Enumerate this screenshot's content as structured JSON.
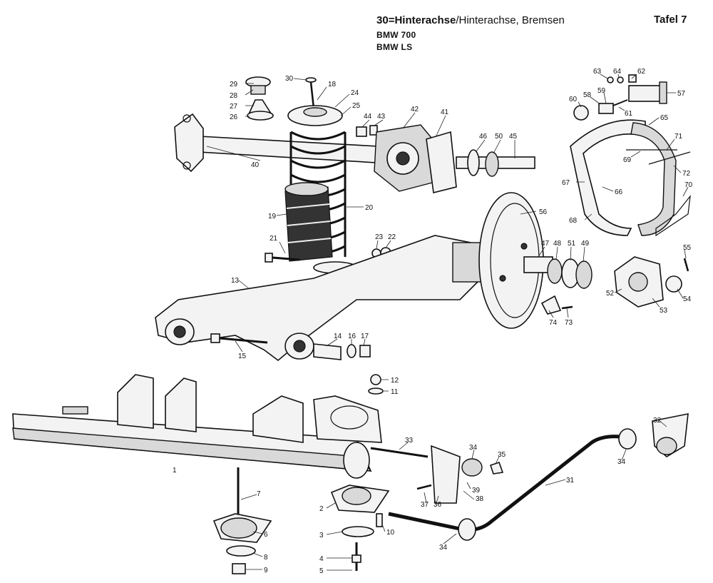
{
  "header": {
    "plate_no": "30",
    "title_sep": "=",
    "title_a": "Hinterachse",
    "title_b": "/Hinterachse, Bremsen",
    "model_1": "BMW 700",
    "model_2": "BMW LS",
    "plate": "Tafel 7"
  },
  "callouts": [
    {
      "id": "29",
      "text": "29"
    },
    {
      "id": "28",
      "text": "28"
    },
    {
      "id": "27",
      "text": "27"
    },
    {
      "id": "26",
      "text": "26"
    },
    {
      "id": "30",
      "text": "30"
    },
    {
      "id": "18",
      "text": "18"
    },
    {
      "id": "24",
      "text": "24"
    },
    {
      "id": "25",
      "text": "25"
    },
    {
      "id": "44",
      "text": "44"
    },
    {
      "id": "43",
      "text": "43"
    },
    {
      "id": "42",
      "text": "42"
    },
    {
      "id": "41",
      "text": "41"
    },
    {
      "id": "46",
      "text": "46"
    },
    {
      "id": "50",
      "text": "50"
    },
    {
      "id": "45",
      "text": "45"
    },
    {
      "id": "40",
      "text": "40"
    },
    {
      "id": "19",
      "text": "19"
    },
    {
      "id": "20",
      "text": "20"
    },
    {
      "id": "21",
      "text": "21"
    },
    {
      "id": "23",
      "text": "23"
    },
    {
      "id": "22",
      "text": "22"
    },
    {
      "id": "13",
      "text": "13"
    },
    {
      "id": "15",
      "text": "15"
    },
    {
      "id": "14",
      "text": "14"
    },
    {
      "id": "16",
      "text": "16"
    },
    {
      "id": "17",
      "text": "17"
    },
    {
      "id": "56",
      "text": "56"
    },
    {
      "id": "47",
      "text": "47"
    },
    {
      "id": "48",
      "text": "48"
    },
    {
      "id": "51",
      "text": "51"
    },
    {
      "id": "49",
      "text": "49"
    },
    {
      "id": "74",
      "text": "74"
    },
    {
      "id": "73",
      "text": "73"
    },
    {
      "id": "63",
      "text": "63"
    },
    {
      "id": "64",
      "text": "64"
    },
    {
      "id": "62",
      "text": "62"
    },
    {
      "id": "60",
      "text": "60"
    },
    {
      "id": "58",
      "text": "58"
    },
    {
      "id": "59",
      "text": "59"
    },
    {
      "id": "61",
      "text": "61"
    },
    {
      "id": "57",
      "text": "57"
    },
    {
      "id": "65",
      "text": "65"
    },
    {
      "id": "71",
      "text": "71"
    },
    {
      "id": "69",
      "text": "69"
    },
    {
      "id": "67",
      "text": "67"
    },
    {
      "id": "66",
      "text": "66"
    },
    {
      "id": "72",
      "text": "72"
    },
    {
      "id": "70",
      "text": "70"
    },
    {
      "id": "68",
      "text": "68"
    },
    {
      "id": "55",
      "text": "55"
    },
    {
      "id": "52",
      "text": "52"
    },
    {
      "id": "53",
      "text": "53"
    },
    {
      "id": "54",
      "text": "54"
    },
    {
      "id": "12",
      "text": "12"
    },
    {
      "id": "11",
      "text": "11"
    },
    {
      "id": "1",
      "text": "1"
    },
    {
      "id": "7",
      "text": "7"
    },
    {
      "id": "6",
      "text": "6"
    },
    {
      "id": "8",
      "text": "8"
    },
    {
      "id": "9",
      "text": "9"
    },
    {
      "id": "2",
      "text": "2"
    },
    {
      "id": "3",
      "text": "3"
    },
    {
      "id": "10",
      "text": "10"
    },
    {
      "id": "4",
      "text": "4"
    },
    {
      "id": "5",
      "text": "5"
    },
    {
      "id": "33",
      "text": "33"
    },
    {
      "id": "34a",
      "text": "34"
    },
    {
      "id": "35",
      "text": "35"
    },
    {
      "id": "39",
      "text": "39"
    },
    {
      "id": "38",
      "text": "38"
    },
    {
      "id": "37",
      "text": "37"
    },
    {
      "id": "36",
      "text": "36"
    },
    {
      "id": "34b",
      "text": "34"
    },
    {
      "id": "31",
      "text": "31"
    },
    {
      "id": "32",
      "text": "32"
    },
    {
      "id": "34c",
      "text": "34"
    }
  ]
}
